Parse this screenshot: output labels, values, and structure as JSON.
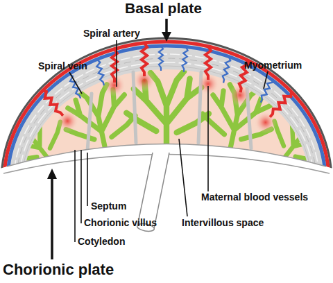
{
  "diagram": {
    "labels": [
      "Basal plate",
      "Spiral artery",
      "Spiral vein",
      "Myometrium",
      "Maternal blood vessels",
      "Septum",
      "Chorionic villus",
      "Intervillous space",
      "Cotyledon",
      "Chorionic plate"
    ]
  }
}
